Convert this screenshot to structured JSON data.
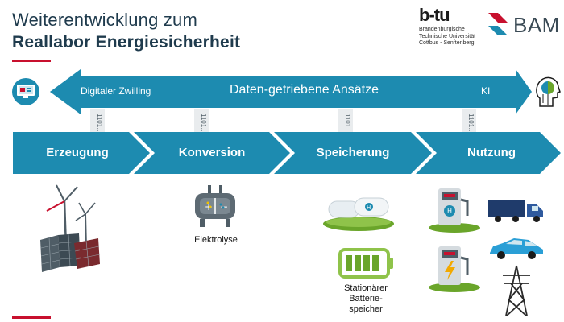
{
  "header": {
    "title_line1": "Weiterentwicklung zum",
    "title_line2": "Reallabor Energiesicherheit"
  },
  "logos": {
    "btu_mark": "b-tu",
    "btu_line1": "Brandenburgische",
    "btu_line2": "Technische Universität",
    "btu_line3": "Cottbus - Senftenberg",
    "bam": "BAM"
  },
  "data_arrow": {
    "left_label": "Digitaler Zwilling",
    "center_label": "Daten-getriebene Ansätze",
    "right_label": "KI",
    "bin_label": "1101…"
  },
  "chain": [
    {
      "label": "Erzeugung"
    },
    {
      "label": "Konversion"
    },
    {
      "label": "Speicherung"
    },
    {
      "label": "Nutzung"
    }
  ],
  "captions": {
    "electrolysis": "Elektrolyse",
    "battery": "Stationärer Batterie-speicher",
    "battery_line1": "Stationärer",
    "battery_line2": "Batterie-",
    "battery_line3": "speicher"
  },
  "colors": {
    "arrow_blue": "#1d8bb0",
    "accent_red": "#c8102e",
    "title_blue": "#1f3b4d",
    "leaf_green": "#6aa52a"
  }
}
